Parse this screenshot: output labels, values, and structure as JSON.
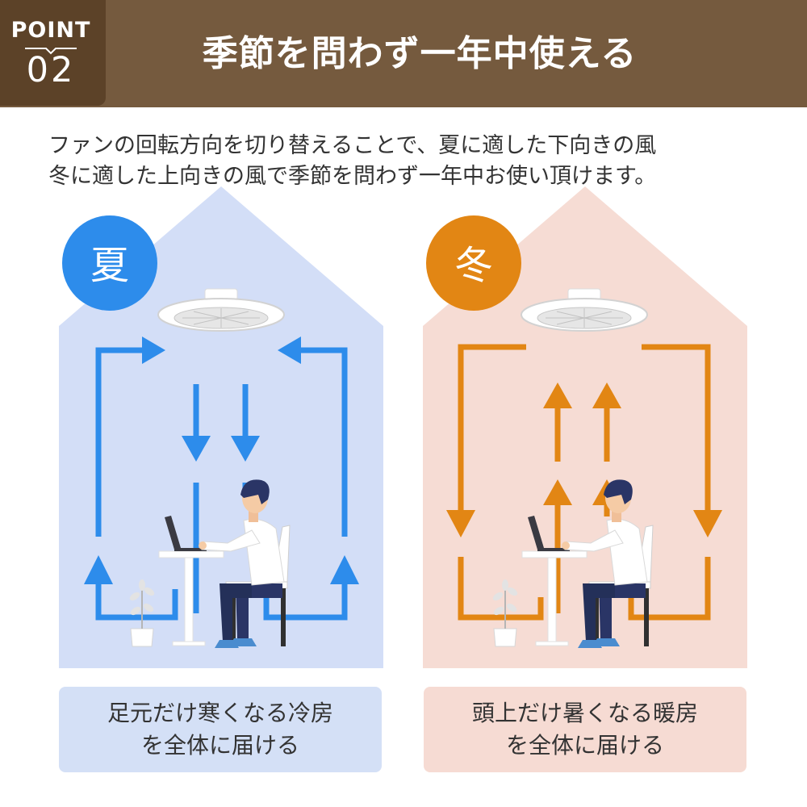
{
  "header": {
    "point_label": "POINT",
    "point_number": "02",
    "title": "季節を問わず一年中使える"
  },
  "intro": {
    "line1": "ファンの回転方向を切り替えることで、夏に適した下向きの風",
    "line2": "冬に適した上向きの風で季節を問わず一年中お使い頂けます。"
  },
  "panels": {
    "summer": {
      "season_label": "夏",
      "caption_line1": "足元だけ寒くなる冷房",
      "caption_line2": "を全体に届ける",
      "accent_color": "#2D8CEB",
      "background_color": "#D3DEF7"
    },
    "winter": {
      "season_label": "冬",
      "caption_line1": "頭上だけ暑くなる暖房",
      "caption_line2": "を全体に届ける",
      "accent_color": "#E28614",
      "background_color": "#F6DCD4"
    }
  },
  "colors": {
    "header_bar": "#755A3E",
    "point_badge": "#5C4228"
  },
  "icons": [
    "ceiling-fan-icon",
    "person-at-desk-icon",
    "laptop-icon",
    "potted-plant-icon",
    "chair-icon",
    "airflow-arrow-icon"
  ]
}
